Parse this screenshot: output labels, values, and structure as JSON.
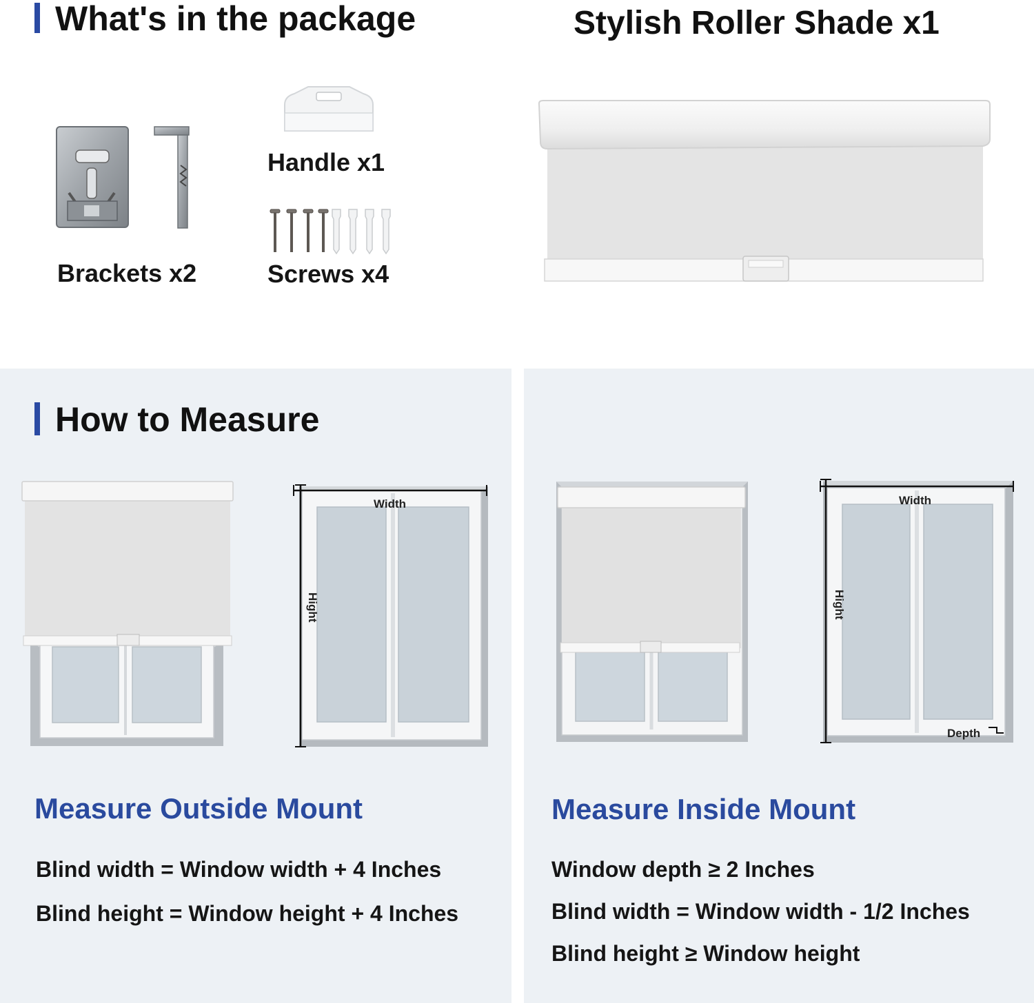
{
  "package": {
    "title": "What's in the package",
    "shade_title": "Stylish Roller Shade x1",
    "items": [
      {
        "label": "Brackets x2"
      },
      {
        "label": "Handle x1"
      },
      {
        "label": "Screws x4"
      }
    ]
  },
  "measure": {
    "title": "How to Measure",
    "outside": {
      "title": "Measure Outside Mount",
      "rules": [
        "Blind width = Window width + 4 Inches",
        "Blind height = Window height + 4 Inches"
      ],
      "width_label": "Width",
      "height_label": "Hight"
    },
    "inside": {
      "title": "Measure Inside Mount",
      "rules": [
        "Window depth ≥ 2 Inches",
        "Blind width = Window width - 1/2 Inches",
        "Blind height ≥ Window height"
      ],
      "width_label": "Width",
      "height_label": "Hight",
      "depth_label": "Depth"
    }
  },
  "colors": {
    "accent": "#2a4aa3",
    "title_blue": "#2a4a9e",
    "panel_bg": "#edf1f5"
  }
}
